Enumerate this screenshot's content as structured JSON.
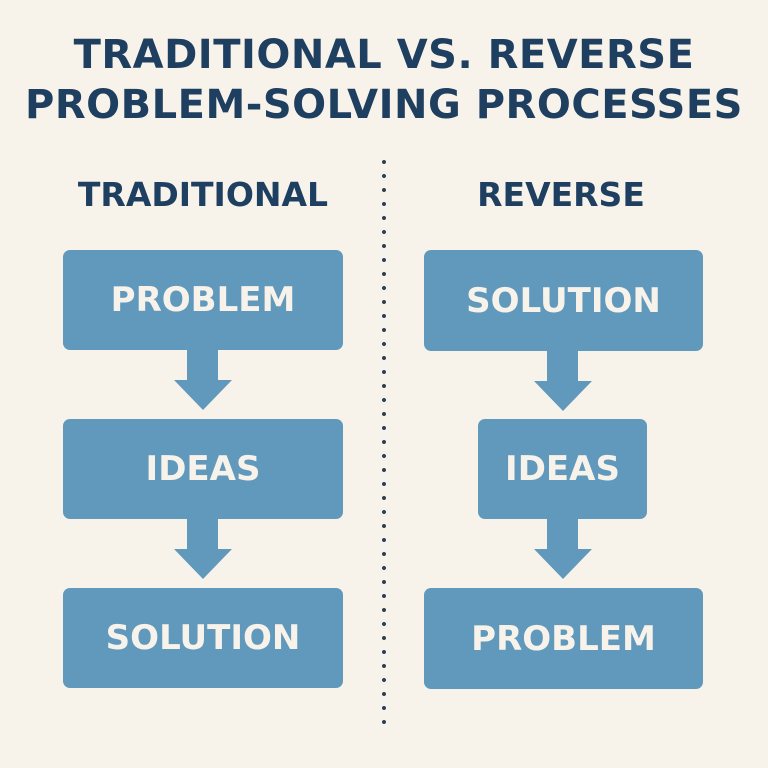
{
  "title": {
    "line1": "TRADITIONAL VS. REVERSE",
    "line2": "PROBLEM-SOLVING PROCESSES"
  },
  "colors": {
    "background": "#f8f3ea",
    "title": "#1e3f60",
    "box_fill": "#6199bd",
    "box_text": "#f8f3ea",
    "divider": "#2d3f55"
  },
  "traditional": {
    "heading": "TRADITIONAL",
    "steps": [
      "PROBLEM",
      "IDEAS",
      "SOLUTION"
    ]
  },
  "reverse": {
    "heading": "REVERSE",
    "steps": [
      "SOLUTION",
      "IDEAS",
      "PROBLEM"
    ]
  }
}
